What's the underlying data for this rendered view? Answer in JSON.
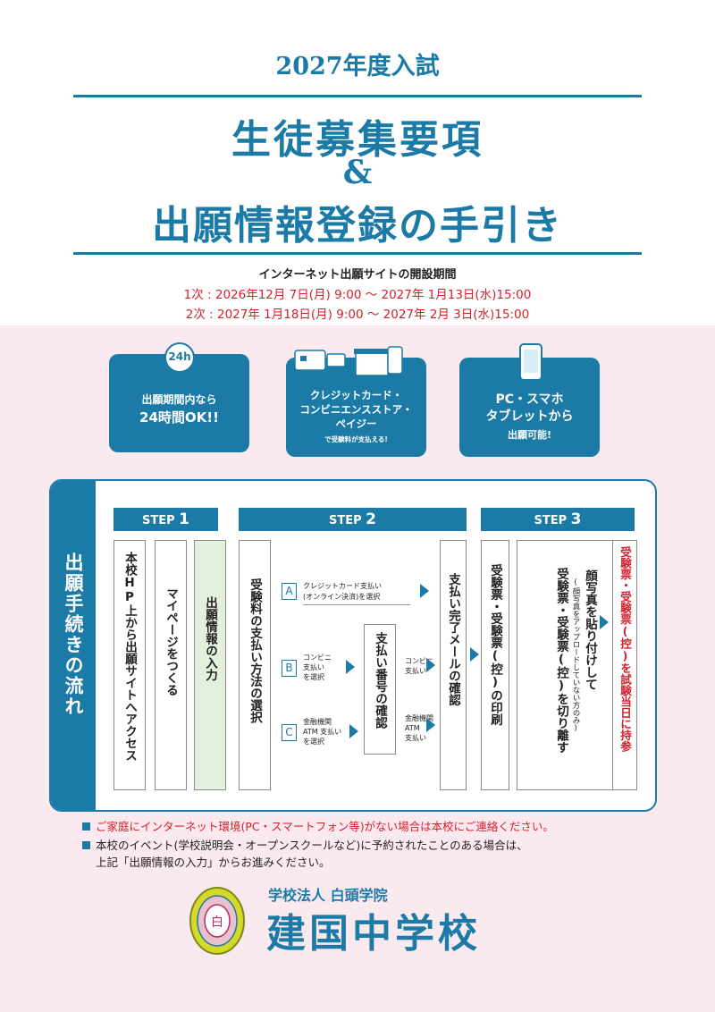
{
  "header": {
    "year": "2027年度入試",
    "title1": "生徒募集要項",
    "amp": "&",
    "title2": "出願情報登録の手引き"
  },
  "period": {
    "heading": "インターネット出願サイトの開設期間",
    "first": "1次 : 2026年12月 7日(月) 9:00 〜 2027年 1月13日(水)15:00",
    "second": "2次 : 2027年 1月18日(月) 9:00 〜 2027年 2月  3日(水)15:00"
  },
  "features": [
    {
      "icon": "clock-24h-icon",
      "badge": "24h",
      "line1": "出願期間内なら",
      "line2": "24時間OK!!"
    },
    {
      "icon": "payment-icon",
      "line1": "クレジットカード・",
      "line2": "コンビニエンスストア・",
      "line3": "ペイジー",
      "line4": "で受験料が支払える!"
    },
    {
      "icon": "smartphone-icon",
      "line1": "PC・スマホ",
      "line2": "タブレットから",
      "line3": "出願可能!"
    }
  ],
  "flow": {
    "title": "出願手続きの流れ",
    "steps": [
      {
        "label": "STEP",
        "num": "1"
      },
      {
        "label": "STEP",
        "num": "2"
      },
      {
        "label": "STEP",
        "num": "3"
      }
    ],
    "s1": [
      "本校HP上から出願サイトへアクセス",
      "マイページをつくる",
      "出願情報の入力"
    ],
    "s2_select": "受験料の支払い方法の選択",
    "options": [
      {
        "letter": "A",
        "text1": "クレジットカード支払い",
        "text2": "(オンライン決済)を選択"
      },
      {
        "letter": "B",
        "text1": "コンビニ",
        "text2": "支払い",
        "text3": "を選択"
      },
      {
        "letter": "C",
        "text1": "金融機関",
        "text2": "ATM 支払い",
        "text3": "を選択"
      }
    ],
    "s2_confirm": "支払い番号の確認",
    "side_b": [
      "コンビニ",
      "支払い"
    ],
    "side_c": [
      "金融機関",
      "ATM",
      "支払い"
    ],
    "s2_mail": "支払い完了メールの確認",
    "s3_print": "受験票・受験票(控)の印刷",
    "s3_photo": "顔写真を貼り付けして",
    "s3_photo_note": "(顔写真をアップロードしていない方のみ)",
    "s3_cut": "受験票・受験票(控)を切り離す",
    "s3_bring": "受験票・受験票(控)を試験当日に持参"
  },
  "notes": {
    "n1": "ご家庭にインターネット環境(PC・スマートフォン等)がない場合は本校にご連絡ください。",
    "n2": "本校のイベント(学校説明会・オープンスクールなど)に予約されたことのある場合は、",
    "n3": "上記「出願情報の入力」からお進みください。"
  },
  "school": {
    "sub": "学校法人 白頭学院",
    "name": "建国中学校",
    "seal_text": "白"
  },
  "colors": {
    "primary": "#1b7aa6",
    "red": "#d6202a",
    "pink_bg": "#fbe9f0",
    "highlight": "#e2f0dc"
  }
}
